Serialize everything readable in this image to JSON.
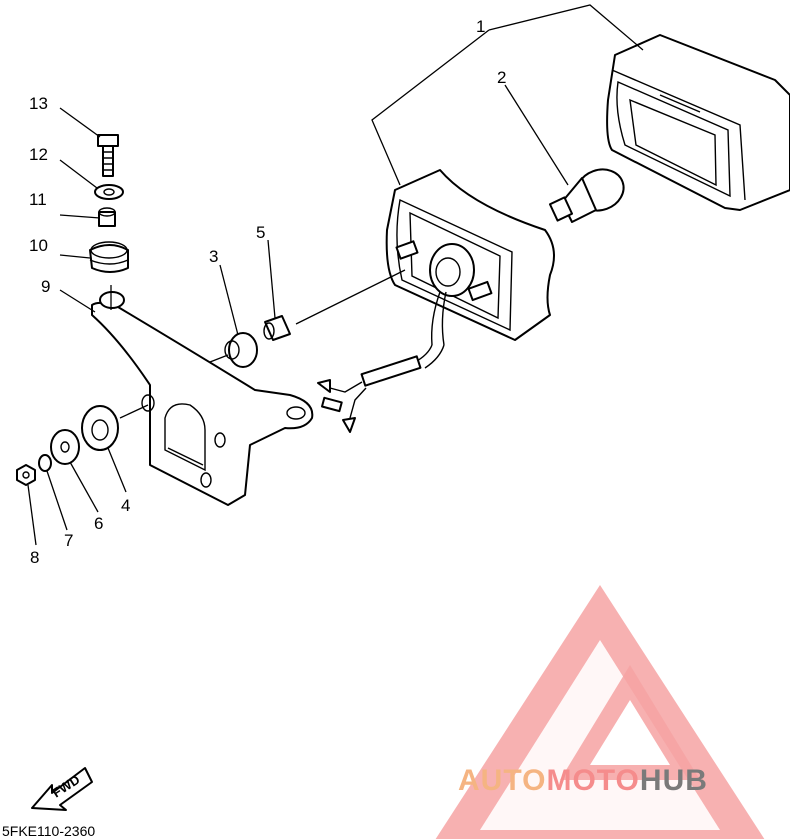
{
  "callouts": [
    "1",
    "2",
    "3",
    "4",
    "5",
    "6",
    "7",
    "8",
    "9",
    "10",
    "11",
    "12",
    "13"
  ],
  "diagram_code": "5FKE110-2360",
  "fwd_label": "FWD",
  "watermark": {
    "part1": "AUTO",
    "part2": "MOTO",
    "part3": "HUB",
    "colors": {
      "auto": "#f5b482",
      "moto": "#f58c8c",
      "hub": "#7a7a7a",
      "logo": "#f6a3a3"
    }
  }
}
